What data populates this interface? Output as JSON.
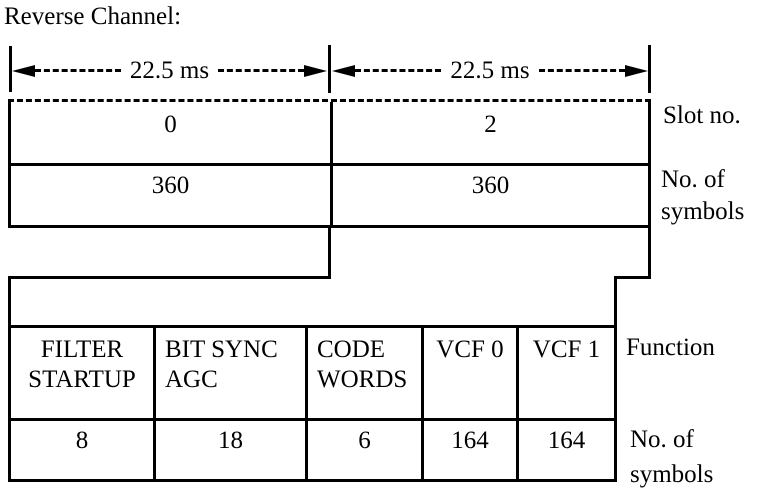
{
  "title": "Reverse Channel:",
  "colors": {
    "ink": "#000000",
    "paper": "#ffffff"
  },
  "timeline": {
    "spans": [
      {
        "label": "22.5 ms"
      },
      {
        "label": "22.5 ms"
      }
    ]
  },
  "slot_table": {
    "slot_row": {
      "cells": [
        "0",
        "2"
      ],
      "label": "Slot no."
    },
    "symbols_row": {
      "cells": [
        "360",
        "360"
      ],
      "label_line1": "No. of",
      "label_line2": "symbols"
    }
  },
  "function_table": {
    "function_row": {
      "cells": [
        {
          "line1": "FILTER",
          "line2": "STARTUP"
        },
        {
          "line1": "BIT SYNC",
          "line2": "AGC"
        },
        {
          "line1": "CODE",
          "line2": "WORDS"
        },
        {
          "line1": "VCF 0",
          "line2": ""
        },
        {
          "line1": "VCF 1",
          "line2": ""
        }
      ],
      "label": "Function"
    },
    "symbols_row": {
      "cells": [
        "8",
        "18",
        "6",
        "164",
        "164"
      ],
      "label_line1": "No. of",
      "label_line2": "symbols"
    }
  }
}
